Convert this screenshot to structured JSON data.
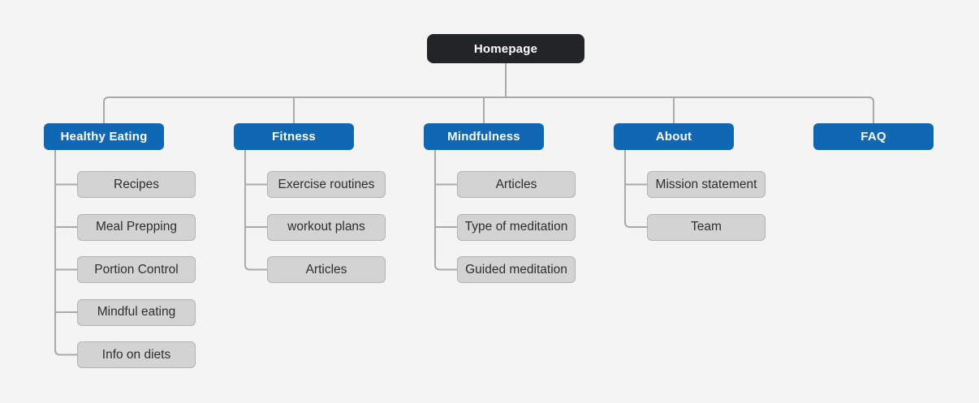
{
  "diagram": {
    "type": "sitemap-tree",
    "root": {
      "label": "Homepage"
    },
    "sections": [
      {
        "label": "Healthy Eating",
        "children": [
          "Recipes",
          "Meal Prepping",
          "Portion Control",
          "Mindful eating",
          "Info on diets"
        ]
      },
      {
        "label": "Fitness",
        "children": [
          "Exercise routines",
          "workout plans",
          "Articles"
        ]
      },
      {
        "label": "Mindfulness",
        "children": [
          "Articles",
          "Type of meditation",
          "Guided meditation"
        ]
      },
      {
        "label": "About",
        "children": [
          "Mission statement",
          "Team"
        ]
      },
      {
        "label": "FAQ",
        "children": []
      }
    ],
    "colors": {
      "background": "#f4f4f5",
      "root_box": "#232428",
      "root_text": "#ffffff",
      "section_box": "#1068b5",
      "section_text": "#ffffff",
      "child_box": "#d3d3d3",
      "child_border": "#b3b3b3",
      "child_text": "#2e2e2e",
      "connector": "#a9a9a9"
    }
  }
}
